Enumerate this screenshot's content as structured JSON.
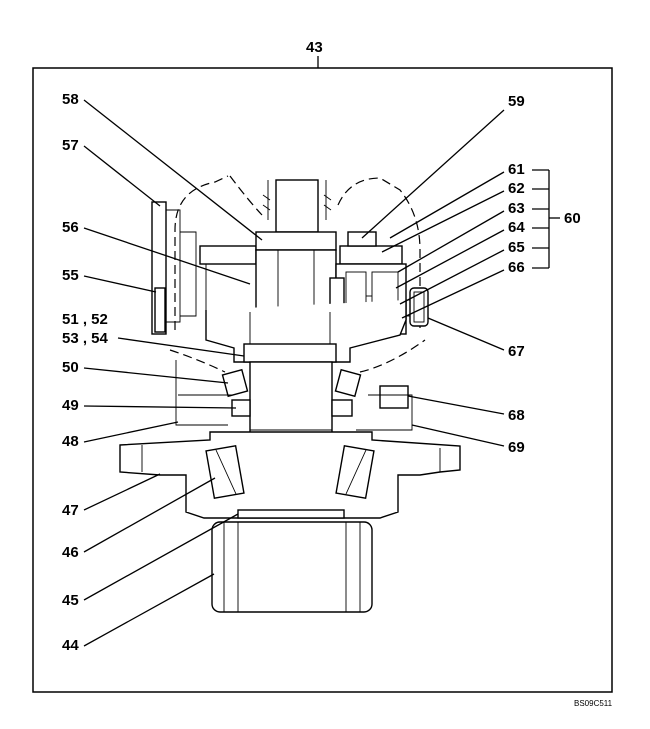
{
  "diagram": {
    "top_label": "43",
    "reference_code": "BS09C511",
    "group_label": "60",
    "callouts": [
      {
        "id": "c58",
        "text": "58"
      },
      {
        "id": "c57",
        "text": "57"
      },
      {
        "id": "c56",
        "text": "56"
      },
      {
        "id": "c55",
        "text": "55"
      },
      {
        "id": "c5152",
        "text": "51 , 52"
      },
      {
        "id": "c5354",
        "text": "53 , 54"
      },
      {
        "id": "c50",
        "text": "50"
      },
      {
        "id": "c49",
        "text": "49"
      },
      {
        "id": "c48",
        "text": "48"
      },
      {
        "id": "c47",
        "text": "47"
      },
      {
        "id": "c46",
        "text": "46"
      },
      {
        "id": "c45",
        "text": "45"
      },
      {
        "id": "c44",
        "text": "44"
      },
      {
        "id": "c59",
        "text": "59"
      },
      {
        "id": "c61",
        "text": "61"
      },
      {
        "id": "c62",
        "text": "62"
      },
      {
        "id": "c63",
        "text": "63"
      },
      {
        "id": "c64",
        "text": "64"
      },
      {
        "id": "c65",
        "text": "65"
      },
      {
        "id": "c66",
        "text": "66"
      },
      {
        "id": "c67",
        "text": "67"
      },
      {
        "id": "c68",
        "text": "68"
      },
      {
        "id": "c69",
        "text": "69"
      }
    ]
  }
}
